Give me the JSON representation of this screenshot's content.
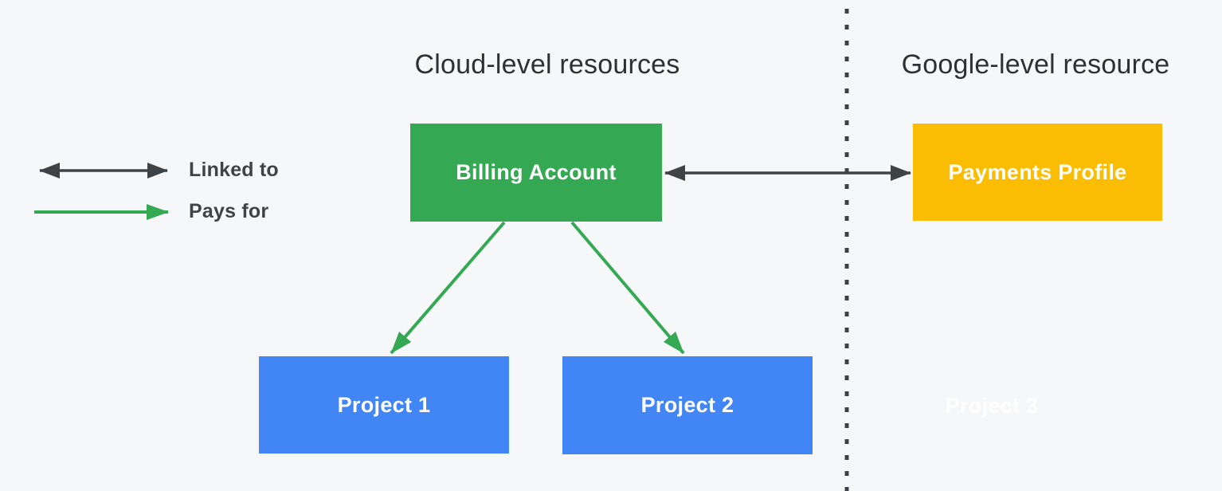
{
  "diagram": {
    "sections": {
      "left_title": "Cloud-level resources",
      "right_title": "Google-level resource"
    },
    "legend": {
      "linked_to_label": "Linked to",
      "pays_for_label": "Pays for"
    },
    "nodes": {
      "billing_account": "Billing Account",
      "payments_profile": "Payments Profile",
      "project1": "Project 1",
      "project2": "Project 2",
      "project3": "Project 3"
    },
    "colors": {
      "green": "#34a853",
      "blue": "#4285f4",
      "yellow": "#fbbc04",
      "arrow_dark": "#404346",
      "background": "#f6f7f9",
      "box_text": "#ffffff",
      "title_text": "#2d3134"
    }
  }
}
